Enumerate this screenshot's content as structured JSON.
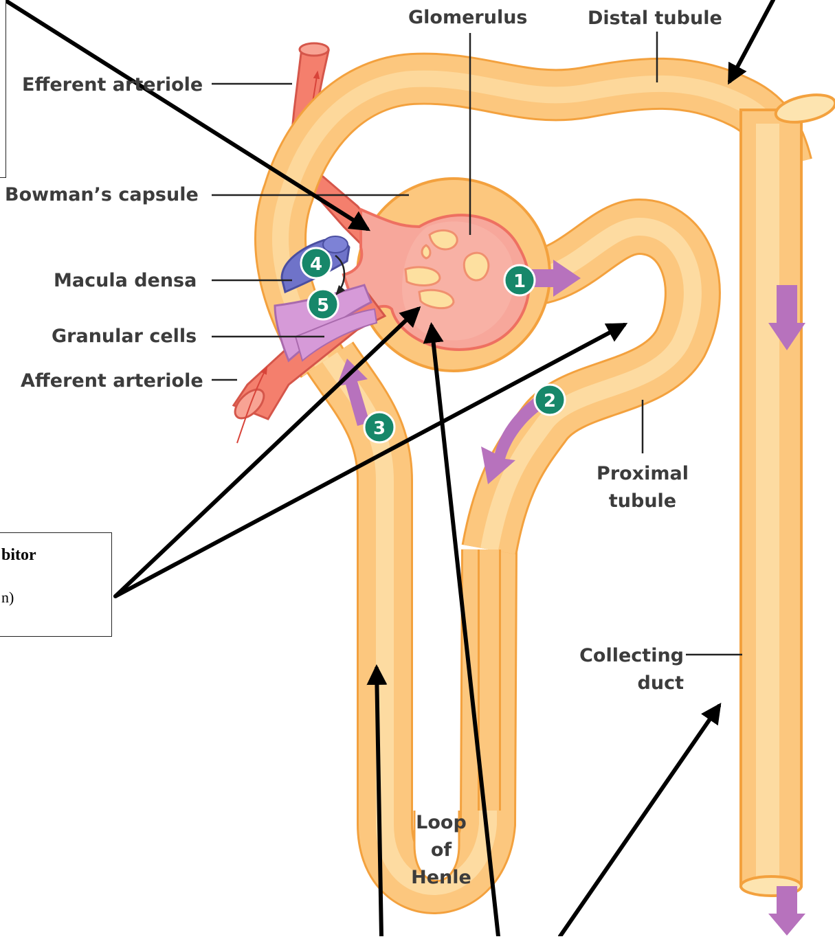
{
  "labels": {
    "glomerulus": "Glomerulus",
    "distal_tubule": "Distal tubule",
    "efferent_arteriole": "Efferent arteriole",
    "bowmans_capsule": "Bowman’s capsule",
    "macula_densa": "Macula densa",
    "granular_cells": "Granular cells",
    "afferent_arteriole": "Afferent arteriole",
    "proximal_tubule": "Proximal\ntubule",
    "collecting_duct": "Collecting\nduct",
    "loop_of_henle": "Loop\nof\nHenle"
  },
  "steps": [
    "1",
    "2",
    "3",
    "4",
    "5"
  ],
  "answer_box": {
    "line1": "bitor",
    "line2": "n)"
  },
  "colors": {
    "tubule_fill": "#fcc77e",
    "tubule_stroke": "#f3a13e",
    "arteriole_fill": "#f47f6d",
    "glomerulus_fill": "#f7a79b",
    "capillary_fill": "#fde0a0",
    "macula_densa": "#6f73c9",
    "granular_cells": "#d69ad8",
    "flow_arrow": "#b772bd",
    "step_badge": "#17876a",
    "pointer_arrow": "#000000",
    "label_text": "#3c3c3c"
  }
}
